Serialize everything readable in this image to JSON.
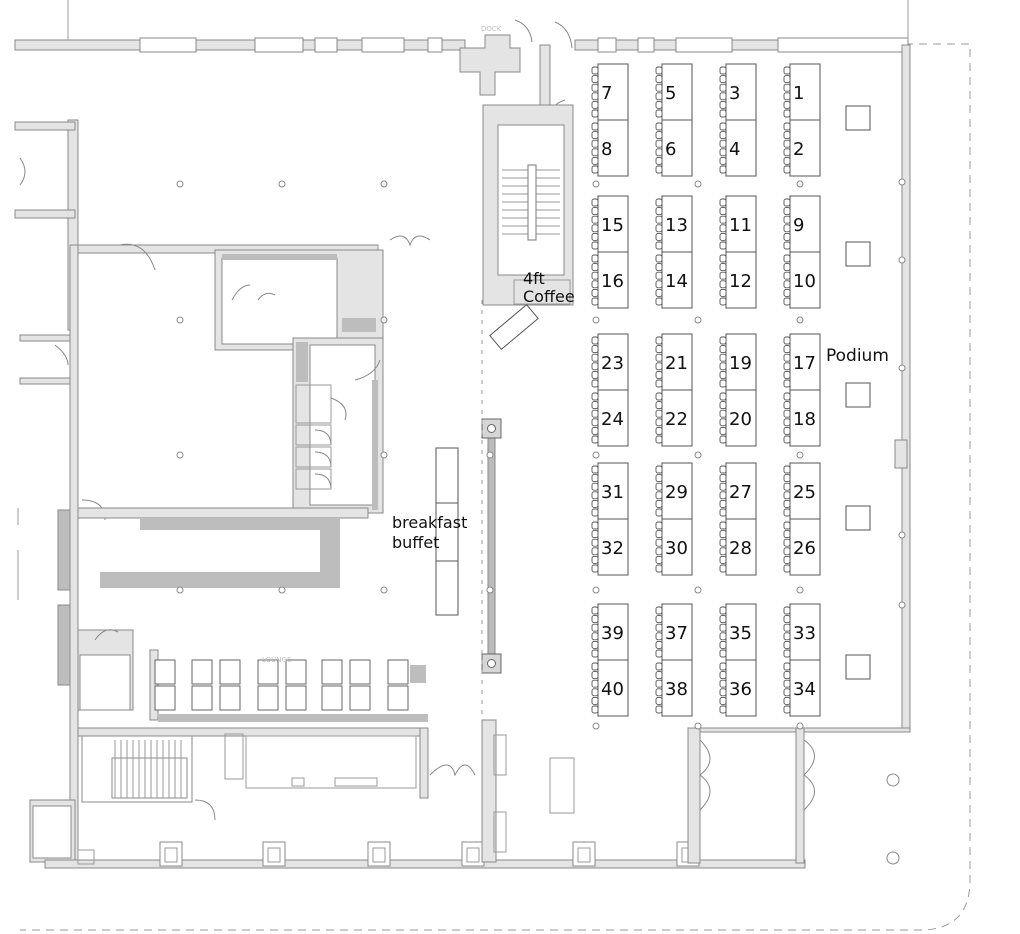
{
  "labels": {
    "dock": "DOCK",
    "lounge": "LOUNGE",
    "coffee_line1": "4ft",
    "coffee_line2": "Coffee",
    "buffet_line1": "breakfast",
    "buffet_line2": "buffet",
    "podium": "Podium"
  },
  "table_columns": [
    "7/8 column",
    "5/6 column",
    "3/4 column",
    "1/2 column"
  ],
  "tables": [
    {
      "num": "7"
    },
    {
      "num": "5"
    },
    {
      "num": "3"
    },
    {
      "num": "1"
    },
    {
      "num": "8"
    },
    {
      "num": "6"
    },
    {
      "num": "4"
    },
    {
      "num": "2"
    },
    {
      "num": "15"
    },
    {
      "num": "13"
    },
    {
      "num": "11"
    },
    {
      "num": "9"
    },
    {
      "num": "16"
    },
    {
      "num": "14"
    },
    {
      "num": "12"
    },
    {
      "num": "10"
    },
    {
      "num": "23"
    },
    {
      "num": "21"
    },
    {
      "num": "19"
    },
    {
      "num": "17"
    },
    {
      "num": "24"
    },
    {
      "num": "22"
    },
    {
      "num": "20"
    },
    {
      "num": "18"
    },
    {
      "num": "31"
    },
    {
      "num": "29"
    },
    {
      "num": "27"
    },
    {
      "num": "25"
    },
    {
      "num": "32"
    },
    {
      "num": "30"
    },
    {
      "num": "28"
    },
    {
      "num": "26"
    },
    {
      "num": "39"
    },
    {
      "num": "37"
    },
    {
      "num": "35"
    },
    {
      "num": "33"
    },
    {
      "num": "40"
    },
    {
      "num": "38"
    },
    {
      "num": "36"
    },
    {
      "num": "34"
    }
  ]
}
